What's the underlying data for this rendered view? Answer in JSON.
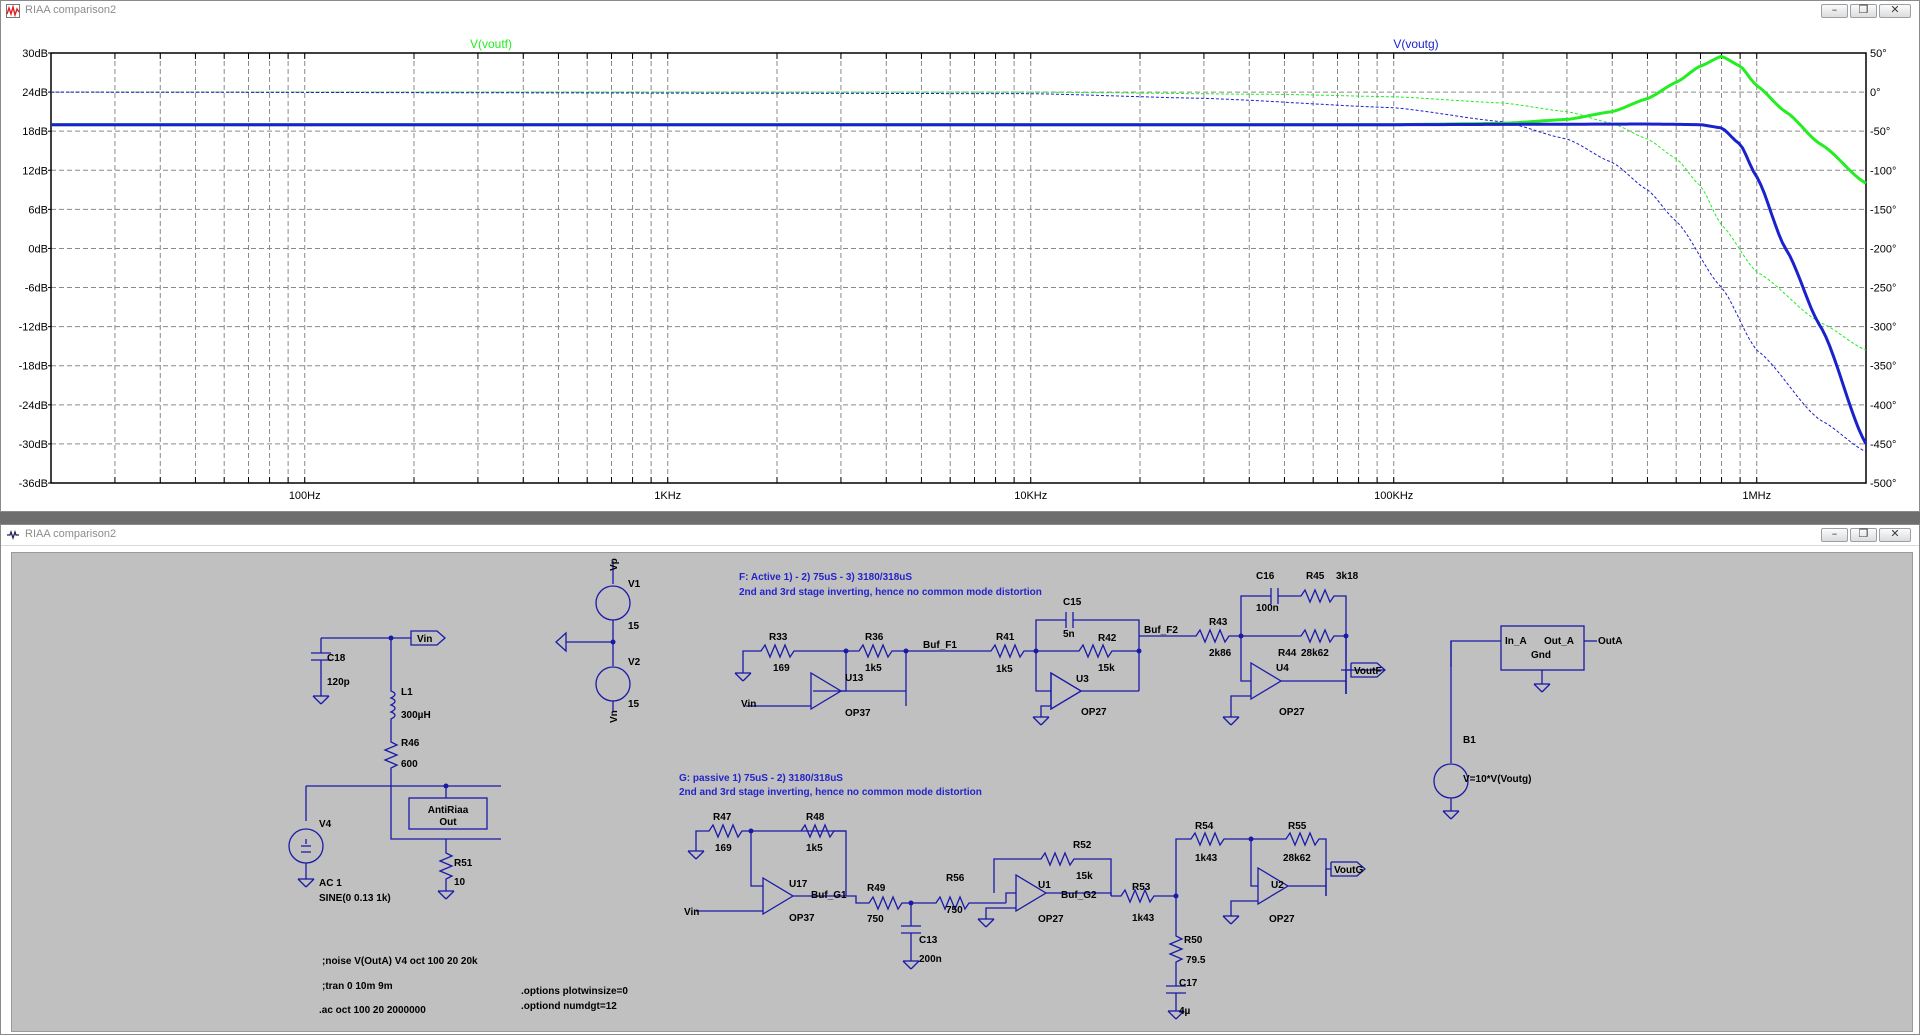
{
  "plot_window": {
    "title": "RIAA comparison2",
    "trace_labels": [
      "V(voutf)",
      "V(voutg)"
    ]
  },
  "schematic_window": {
    "title": "RIAA comparison2"
  },
  "window_buttons": {
    "minimize": "–",
    "restore": "❐",
    "close": "✕"
  },
  "colors": {
    "voutf": "#22ee22",
    "voutg": "#1a22cc",
    "schematic_bg": "#c0c0c0",
    "wire": "#1a1aa8",
    "annotation": "#2424c8"
  },
  "chart_data": {
    "type": "line",
    "x_scale": "log",
    "xlim": [
      20,
      2000000
    ],
    "x_ticks": [
      {
        "value": 100,
        "label": "100Hz"
      },
      {
        "value": 1000,
        "label": "1KHz"
      },
      {
        "value": 10000,
        "label": "10KHz"
      },
      {
        "value": 100000,
        "label": "100KHz"
      },
      {
        "value": 1000000,
        "label": "1MHz"
      }
    ],
    "y_left": {
      "ylim": [
        -36,
        30
      ],
      "ticks": [
        "30dB",
        "24dB",
        "18dB",
        "12dB",
        "6dB",
        "0dB",
        "-6dB",
        "-12dB",
        "-18dB",
        "-24dB",
        "-30dB",
        "-36dB"
      ]
    },
    "y_right": {
      "ylim": [
        -500,
        50
      ],
      "ticks": [
        "50°",
        "0°",
        "-50°",
        "-100°",
        "-150°",
        "-200°",
        "-250°",
        "-300°",
        "-350°",
        "-400°",
        "-450°",
        "-500°"
      ]
    },
    "grid": true,
    "series": [
      {
        "name": "V(voutf)",
        "quantity": "magnitude_dB",
        "color": "#22ee22",
        "x": [
          20,
          10000,
          100000,
          200000,
          300000,
          400000,
          500000,
          600000,
          700000,
          800000,
          900000,
          1000000,
          1200000,
          1500000,
          2000000
        ],
        "y": [
          19,
          19,
          19,
          19.2,
          19.8,
          21,
          23,
          25.5,
          28,
          29.5,
          28,
          25,
          21,
          16,
          10
        ]
      },
      {
        "name": "V(voutg)",
        "quantity": "magnitude_dB",
        "color": "#1a22cc",
        "x": [
          20,
          10000,
          100000,
          500000,
          700000,
          800000,
          900000,
          1000000,
          1200000,
          1500000,
          2000000
        ],
        "y": [
          19,
          19,
          19,
          19.1,
          19,
          18.5,
          16,
          11,
          0,
          -12,
          -30
        ]
      },
      {
        "name": "V(voutf)",
        "quantity": "phase_deg",
        "color": "#22ee22",
        "x": [
          20,
          10000,
          50000,
          100000,
          200000,
          300000,
          400000,
          500000,
          600000,
          700000,
          800000,
          1000000,
          1500000,
          2000000
        ],
        "y": [
          0,
          0,
          -3,
          -6,
          -14,
          -25,
          -40,
          -60,
          -85,
          -120,
          -170,
          -230,
          -295,
          -330
        ]
      },
      {
        "name": "V(voutg)",
        "quantity": "phase_deg",
        "color": "#1a22cc",
        "x": [
          20,
          10000,
          30000,
          100000,
          200000,
          300000,
          400000,
          500000,
          600000,
          800000,
          1000000,
          1500000,
          2000000
        ],
        "y": [
          0,
          -2,
          -8,
          -20,
          -38,
          -60,
          -90,
          -125,
          -165,
          -250,
          -330,
          -420,
          -460
        ]
      }
    ]
  },
  "schematic": {
    "annotations": {
      "f_title": "F: Active 1) -  2) 75uS - 3) 3180/318uS",
      "f_sub": "2nd and 3rd stage inverting, hence no common mode distortion",
      "g_title": "G: passive  1) 75uS - 2) 3180/318uS",
      "g_sub": "2nd and 3rd stage inverting, hence no common mode distortion",
      "noise": ";noise V(OutA) V4 oct 100 20 20k",
      "tran": ";tran 0 10m 9m",
      "ac": ".ac oct 100 20 2000000",
      "opt1": ".options plotwinsize=0",
      "opt2": ".optiond numdgt=12"
    },
    "left": {
      "c18": "C18",
      "c18v": "120p",
      "vin": "Vin",
      "l1": "L1",
      "l1v": "300µH",
      "r46": "R46",
      "r46v": "600",
      "antiriaa": "AntiRiaa",
      "out": "Out",
      "v4": "V4",
      "v4a": "AC 1",
      "v4b": "SINE(0 0.13 1k)",
      "r51": "R51",
      "r51v": "10"
    },
    "supplies": {
      "vp": "Vp",
      "vn": "Vn",
      "v1": "V1",
      "v1v": "15",
      "v2": "V2",
      "v2v": "15"
    },
    "f": {
      "vin": "Vin",
      "r33": "R33",
      "r33v": "169",
      "r36": "R36",
      "r36v": "1k5",
      "u13": "U13",
      "op37": "OP37",
      "buf_f1": "Buf_F1",
      "r41": "R41",
      "r41v": "1k5",
      "c15": "C15",
      "c15v": "5n",
      "r42": "R42",
      "r42v": "15k",
      "u3": "U3",
      "op27a": "OP27",
      "buf_f2": "Buf_F2",
      "r43": "R43",
      "r43v": "2k86",
      "c16": "C16",
      "c16v": "100n",
      "r45": "R45",
      "r45v": "3k18",
      "r44": "R44",
      "r44v": "28k62",
      "u4": "U4",
      "op27b": "OP27",
      "voutf": "VoutF"
    },
    "g": {
      "vin": "Vin",
      "r47": "R47",
      "r47v": "169",
      "r48": "R48",
      "r48v": "1k5",
      "u17": "U17",
      "op37": "OP37",
      "buf_g1": "Buf_G1",
      "r49": "R49",
      "r49v": "750",
      "c13": "C13",
      "c13v": "200n",
      "r56": "R56",
      "r56v": "750",
      "u1": "U1",
      "op27a": "OP27",
      "r52": "R52",
      "r52v": "15k",
      "buf_g2": "Buf_G2",
      "r53": "R53",
      "r53v": "1k43",
      "r50": "R50",
      "r50v": "79.5",
      "c17": "C17",
      "c17v": "4µ",
      "r54": "R54",
      "r54v": "1k43",
      "r55": "R55",
      "r55v": "28k62",
      "u2": "U2",
      "op27b": "OP27",
      "voutg": "VoutG"
    },
    "right": {
      "in_a": "In_A",
      "out_a": "Out_A",
      "gnd": "Gnd",
      "outa": "OutA",
      "b1": "B1",
      "b1v": "V=10*V(Voutg)"
    }
  }
}
